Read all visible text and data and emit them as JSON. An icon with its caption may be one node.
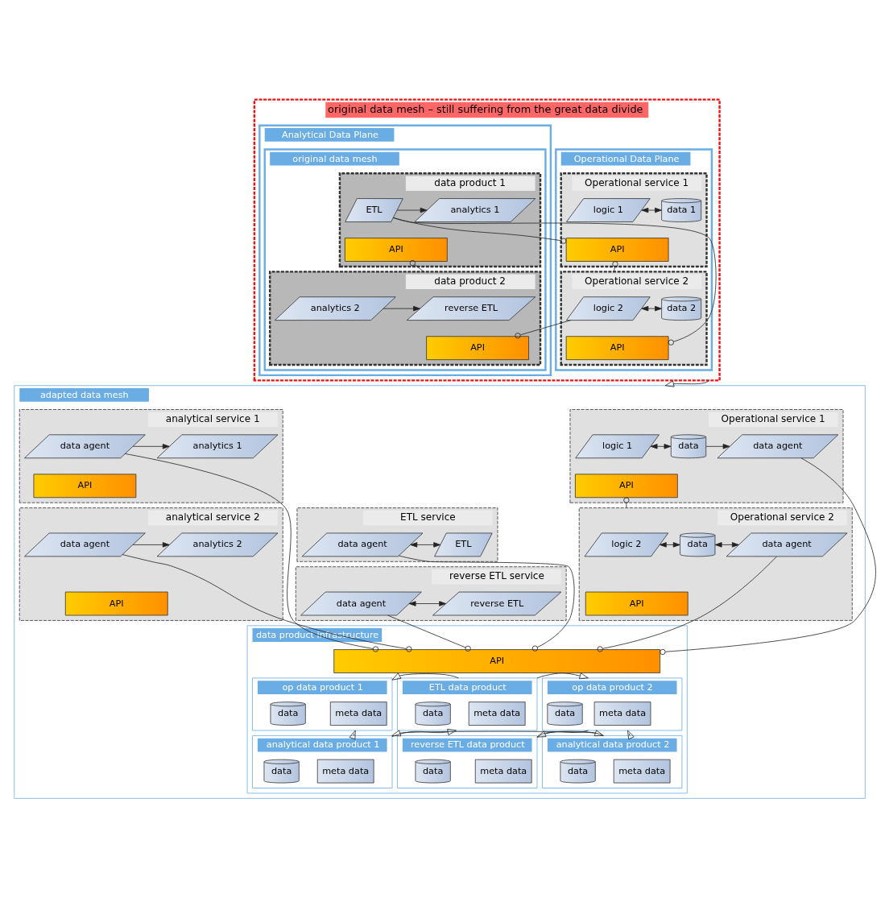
{
  "diagram": {
    "nodes": [
      {
        "text": [
          "original data mesh – still suffering from the great data divide"
        ]
      },
      {
        "text": [
          "Operational Data Plane"
        ],
        "in": 0
      },
      {
        "text": [
          "Operational service 1"
        ],
        "in": 1
      },
      {
        "text": [
          "logic 1"
        ],
        "in": 2
      },
      {
        "text": [
          "data 1"
        ],
        "in": 2
      },
      {
        "text": [
          "API"
        ],
        "in": 2
      },
      {
        "text": [
          "Operational service 2"
        ],
        "in": 1
      },
      {
        "text": [
          "logic 2"
        ],
        "in": 6
      },
      {
        "text": [
          "data 2"
        ],
        "in": 6
      },
      {
        "text": [
          "API"
        ],
        "in": 6
      },
      {
        "text": [
          "Analytical Data Plane"
        ],
        "in": 0
      },
      {
        "text": [
          "original data mesh"
        ],
        "in": 10
      },
      {
        "text": [
          "data product 1"
        ],
        "in": 11
      },
      {
        "text": [
          "ETL"
        ],
        "in": 12
      },
      {
        "text": [
          "analytics 1"
        ],
        "in": 12
      },
      {
        "text": [
          "API"
        ],
        "in": 12
      },
      {
        "text": [
          "data product 2"
        ],
        "in": 11
      },
      {
        "text": [
          "reverse ETL"
        ],
        "in": 16
      },
      {
        "text": [
          "analytics 2"
        ],
        "in": 16
      },
      {
        "text": [
          "API"
        ],
        "in": 16
      },
      {
        "text": [
          "adapted data mesh"
        ]
      },
      {
        "text": [
          "Operational service 1"
        ],
        "in": 20
      },
      {
        "text": [
          "logic 1"
        ],
        "in": 21
      },
      {
        "text": [
          "data"
        ],
        "in": 21
      },
      {
        "text": [
          "data agent"
        ],
        "in": 21
      },
      {
        "text": [
          "API"
        ],
        "in": 21
      },
      {
        "text": [
          "Operational service 2"
        ],
        "in": 20
      },
      {
        "text": [
          "logic 2"
        ],
        "in": 26
      },
      {
        "text": [
          "data"
        ],
        "in": 26
      },
      {
        "text": [
          "data agent"
        ],
        "in": 26
      },
      {
        "text": [
          "API"
        ],
        "in": 26
      },
      {
        "text": [
          "ETL service"
        ],
        "in": 20
      },
      {
        "text": [
          "data agent"
        ],
        "in": 31
      },
      {
        "text": [
          "ETL"
        ],
        "in": 31
      },
      {
        "text": [
          "reverse ETL service"
        ],
        "in": 20
      },
      {
        "text": [
          "data agent"
        ],
        "in": 34
      },
      {
        "text": [
          "reverse ETL"
        ],
        "in": 34
      },
      {
        "text": [
          "analytical service 1"
        ],
        "in": 20
      },
      {
        "text": [
          "data agent"
        ],
        "in": 37
      },
      {
        "text": [
          "analytics 1"
        ],
        "in": 37
      },
      {
        "text": [
          "API"
        ],
        "in": 37
      },
      {
        "text": [
          "analytical service 2"
        ],
        "in": 20
      },
      {
        "text": [
          "data agent"
        ],
        "in": 41
      },
      {
        "text": [
          "analytics 2"
        ],
        "in": 41
      },
      {
        "text": [
          "API"
        ],
        "in": 41
      },
      {
        "text": [
          "data product infrastructure"
        ],
        "in": 20
      },
      {
        "text": [
          "API"
        ],
        "in": 45
      },
      {
        "text": [
          "op data product 1"
        ],
        "in": 45
      },
      {
        "text": [
          "meta data"
        ],
        "in": 47
      },
      {
        "text": [
          "data"
        ],
        "in": 47
      },
      {
        "text": [
          "ETL data product"
        ],
        "in": 45
      },
      {
        "text": [
          "meta data"
        ],
        "in": 50
      },
      {
        "text": [
          "data"
        ],
        "in": 50
      },
      {
        "text": [
          "op data product 2"
        ],
        "in": 45
      },
      {
        "text": [
          "meta data"
        ],
        "in": 53
      },
      {
        "text": [
          "data"
        ],
        "in": 53
      },
      {
        "text": [
          "analytical data product 1"
        ],
        "in": 45
      },
      {
        "text": [
          "meta data"
        ],
        "in": 56
      },
      {
        "text": [
          "data"
        ],
        "in": 56
      },
      {
        "text": [
          "analytical data product 2"
        ],
        "in": 45
      },
      {
        "text": [
          "meta data"
        ],
        "in": 59
      },
      {
        "text": [
          "data"
        ],
        "in": 59
      },
      {
        "text": [
          "reverse ETL data product"
        ],
        "in": 45
      },
      {
        "text": [
          "meta data"
        ],
        "in": 62
      },
      {
        "text": [
          "data"
        ],
        "in": 62
      }
    ],
    "edges": [
      {
        "from": 3,
        "to": 4,
        "arrow": "both"
      },
      {
        "from": 7,
        "to": 8,
        "arrow": "both"
      },
      {
        "from": 13,
        "to": 14,
        "arrow": "to"
      },
      {
        "from": 18,
        "to": 17,
        "arrow": "to"
      },
      {
        "from": 5,
        "to": 13,
        "arrow": "other"
      },
      {
        "from": 5,
        "to": 6,
        "arrow": "other"
      },
      {
        "from": 9,
        "to": 13,
        "arrow": "other"
      },
      {
        "from": 15,
        "to": 16,
        "arrow": "other"
      },
      {
        "from": 19,
        "to": 7,
        "arrow": "other"
      },
      {
        "from": 0,
        "to": 20,
        "arrow": "to"
      },
      {
        "from": 22,
        "to": 23,
        "arrow": "both"
      },
      {
        "from": 23,
        "to": 24,
        "arrow": "to"
      },
      {
        "from": 27,
        "to": 28,
        "arrow": "both"
      },
      {
        "from": 28,
        "to": 29,
        "arrow": "both"
      },
      {
        "from": 32,
        "to": 33,
        "arrow": "both"
      },
      {
        "from": 35,
        "to": 36,
        "arrow": "both"
      },
      {
        "from": 38,
        "to": 39,
        "arrow": "to"
      },
      {
        "from": 42,
        "to": 43,
        "arrow": "to"
      },
      {
        "from": 25,
        "to": 26,
        "arrow": "other"
      },
      {
        "from": 46,
        "to": 29,
        "arrow": "other"
      },
      {
        "from": 46,
        "to": 24,
        "arrow": "other"
      },
      {
        "from": 46,
        "to": 32,
        "arrow": "other"
      },
      {
        "from": 46,
        "to": 35,
        "arrow": "other"
      },
      {
        "from": 46,
        "to": 42,
        "arrow": "other"
      },
      {
        "from": 46,
        "to": 38,
        "arrow": "other"
      },
      {
        "from": 50,
        "to": 47,
        "arrow": "to"
      },
      {
        "from": 50,
        "to": 53,
        "arrow": "to"
      },
      {
        "from": 56,
        "to": 47,
        "arrow": "to"
      },
      {
        "from": 56,
        "to": 50,
        "arrow": "to"
      },
      {
        "from": 59,
        "to": 56,
        "arrow": "to"
      },
      {
        "from": 59,
        "to": 53,
        "arrow": "to"
      },
      {
        "from": 53,
        "to": 62,
        "arrow": "to"
      },
      {
        "from": 62,
        "to": 59,
        "arrow": "to"
      }
    ]
  }
}
